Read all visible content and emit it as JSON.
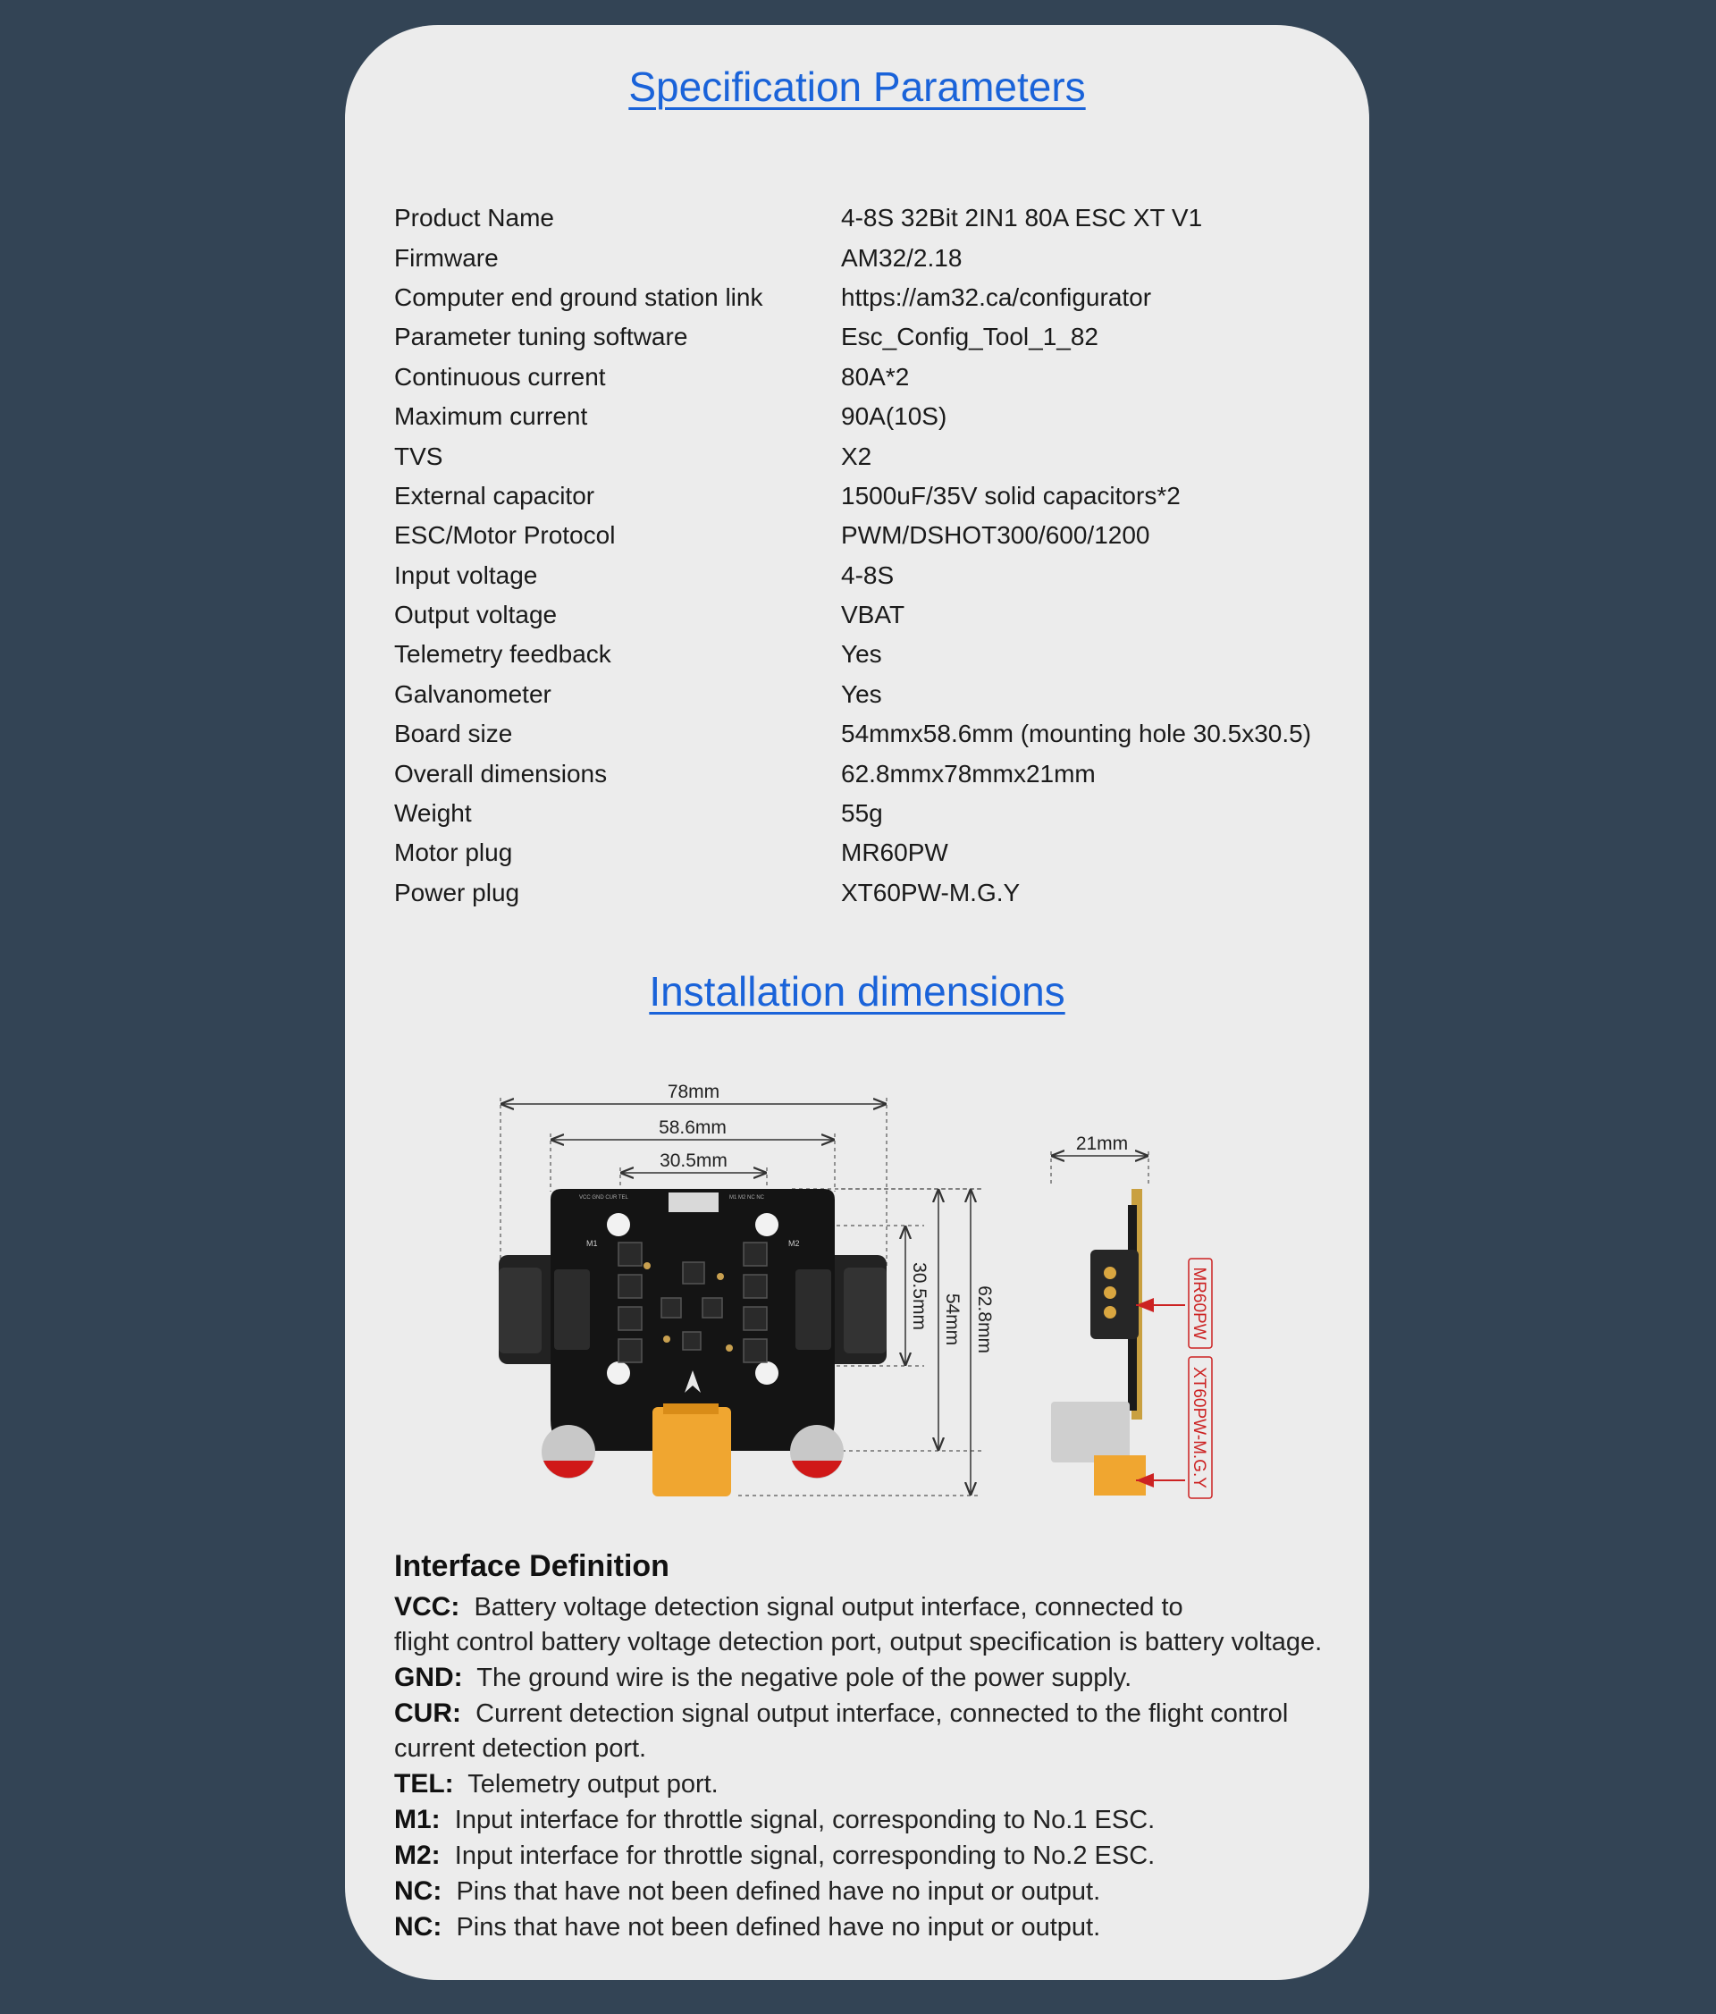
{
  "spec_title": "Specification Parameters",
  "specs": [
    {
      "label": "Product Name",
      "value": "4-8S 32Bit 2IN1 80A ESC XT V1"
    },
    {
      "label": "Firmware",
      "value": "AM32/2.18"
    },
    {
      "label": "Computer end ground station link",
      "value": "https://am32.ca/configurator"
    },
    {
      "label": "Parameter tuning software",
      "value": "Esc_Config_Tool_1_82"
    },
    {
      "label": "Continuous current",
      "value": "80A*2"
    },
    {
      "label": "Maximum current",
      "value": "90A(10S)"
    },
    {
      "label": "TVS",
      "value": "X2"
    },
    {
      "label": "External capacitor",
      "value": "1500uF/35V solid capacitors*2"
    },
    {
      "label": "ESC/Motor Protocol",
      "value": "PWM/DSHOT300/600/1200"
    },
    {
      "label": "Input voltage",
      "value": "4-8S"
    },
    {
      "label": "Output voltage",
      "value": "VBAT"
    },
    {
      "label": "Telemetry feedback",
      "value": "Yes"
    },
    {
      "label": "Galvanometer",
      "value": "Yes"
    },
    {
      "label": "Board size",
      "value": "54mmx58.6mm (mounting hole 30.5x30.5)"
    },
    {
      "label": "Overall dimensions",
      "value": "62.8mmx78mmx21mm"
    },
    {
      "label": "Weight",
      "value": "55g"
    },
    {
      "label": "Motor plug",
      "value": "MR60PW"
    },
    {
      "label": "Power plug",
      "value": "XT60PW-M.G.Y"
    }
  ],
  "install_title": "Installation dimensions",
  "diagram": {
    "dim_78": "78mm",
    "dim_586": "58.6mm",
    "dim_305_top": "30.5mm",
    "dim_305_side": "30.5mm",
    "dim_54": "54mm",
    "dim_628": "62.8mm",
    "dim_21": "21mm",
    "label_motor_plug": "MR60PW",
    "label_power_plug": "XT60PW-M.G.Y",
    "silk_m1": "M1",
    "silk_m2": "M2",
    "silk_pins_left": "VCC GND CUR TEL",
    "silk_pins_right": "M1 M2 NC NC"
  },
  "interface": {
    "title": "Interface Definition",
    "items": [
      {
        "key": "VCC:",
        "text": "Battery voltage detection signal output interface, connected to",
        "cont": "flight control battery voltage detection port, output specification is battery voltage."
      },
      {
        "key": "GND:",
        "text": "The ground wire is the negative pole of the power supply.",
        "cont": ""
      },
      {
        "key": "CUR:",
        "text": "Current detection signal output interface, connected to the flight control",
        "cont": "current detection port."
      },
      {
        "key": "TEL:",
        "text": "Telemetry output port.",
        "cont": ""
      },
      {
        "key": "M1:",
        "text": "Input interface for throttle signal, corresponding to No.1 ESC.",
        "cont": ""
      },
      {
        "key": "M2:",
        "text": "Input interface for throttle signal, corresponding to No.2 ESC.",
        "cont": ""
      },
      {
        "key": "NC:",
        "text": "Pins that have not been defined have no input or output.",
        "cont": ""
      },
      {
        "key": "NC:",
        "text": "Pins that have not been defined have no input or output.",
        "cont": ""
      }
    ]
  },
  "colors": {
    "card_bg": "#ececec",
    "page_bg": "#334455",
    "title_blue": "#1a63d9",
    "arrow_red": "#cc2222"
  }
}
